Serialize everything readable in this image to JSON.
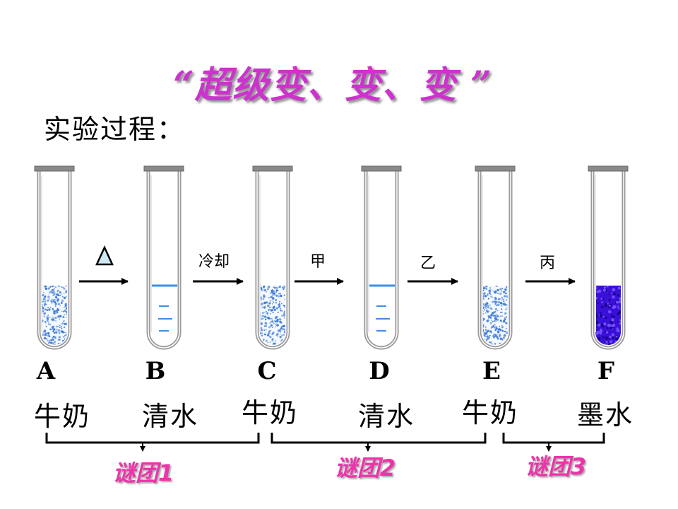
{
  "title": "“超级变、变、变 ”",
  "subtitle": "实验过程：",
  "tubes": [
    {
      "letter": "A",
      "content": "牛奶",
      "fill": "milk"
    },
    {
      "letter": "B",
      "content": "清水",
      "fill": "water"
    },
    {
      "letter": "C",
      "content": "牛奶",
      "fill": "milk"
    },
    {
      "letter": "D",
      "content": "清水",
      "fill": "water"
    },
    {
      "letter": "E",
      "content": "牛奶",
      "fill": "milk"
    },
    {
      "letter": "F",
      "content": "墨水",
      "fill": "ink"
    }
  ],
  "steps": [
    {
      "label": "",
      "symbol": "triangle-heat-icon"
    },
    {
      "label": "冷却"
    },
    {
      "label": "甲"
    },
    {
      "label": "乙"
    },
    {
      "label": "丙"
    }
  ],
  "puzzles": [
    {
      "label": "谜团1"
    },
    {
      "label": "谜团2"
    },
    {
      "label": "谜团3"
    }
  ],
  "colors": {
    "title": "#cc33cc",
    "puzzle": "#ee33aa",
    "milk_speckle": "#3a78d8",
    "water_line": "#3a8fe8",
    "ink": "#3a10d8",
    "heat_triangle": "#cfe8f5"
  }
}
